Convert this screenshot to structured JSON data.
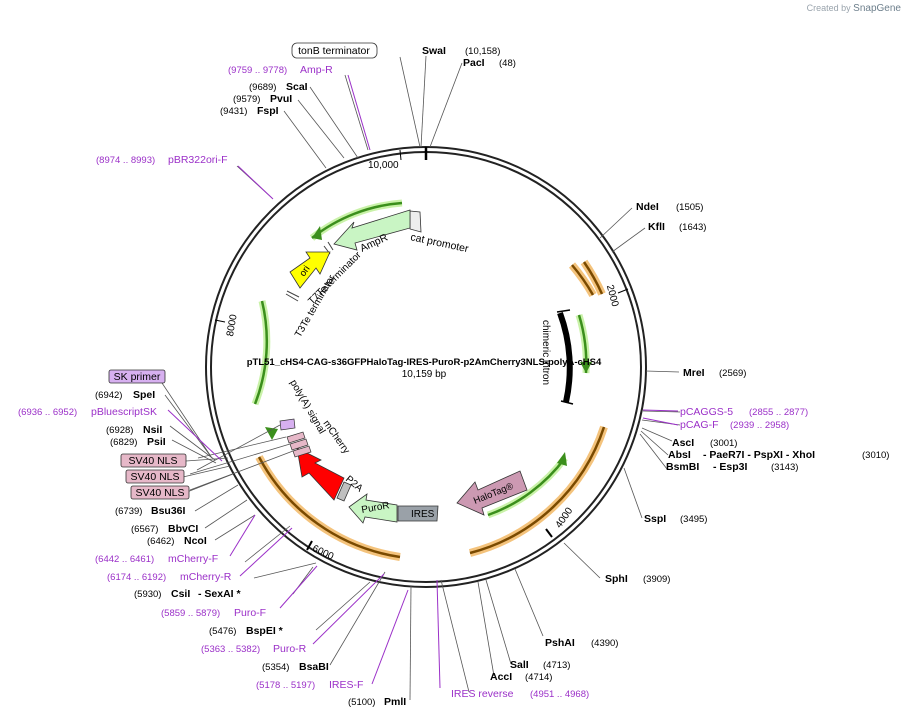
{
  "credit": {
    "prefix": "Created by",
    "brand": "SnapGene"
  },
  "map": {
    "title": "pTL51_cHS4-CAG-s36GFPHaloTag-IRES-PuroR-p2AmCherry3NLS-polyA-cHS4",
    "length_label": "10,159 bp",
    "ticks": [
      "10,000",
      "2000",
      "4000",
      "6000",
      "8000"
    ]
  },
  "features": [
    {
      "label": "cat promoter"
    },
    {
      "label": "AmpR"
    },
    {
      "label": "T7Te terminator"
    },
    {
      "label": "T3Te terminator"
    },
    {
      "label": "ori"
    },
    {
      "label": "chimeric intron"
    },
    {
      "label": "HaloTag®"
    },
    {
      "label": "IRES"
    },
    {
      "label": "PuroR"
    },
    {
      "label": "P2A"
    },
    {
      "label": "mCherry"
    },
    {
      "label": "poly(A) signal"
    }
  ],
  "outer": {
    "boxes": [
      {
        "label": "tonB terminator"
      },
      {
        "label": "SK primer"
      },
      {
        "label": "SV40 NLS"
      },
      {
        "label": "SV40 NLS"
      },
      {
        "label": "SV40 NLS"
      }
    ],
    "enzymes": [
      {
        "name": "SwaI",
        "pos": "(10,158)"
      },
      {
        "name": "PacI",
        "pos": "(48)"
      },
      {
        "name": "NdeI",
        "pos": "(1505)"
      },
      {
        "name": "KflI",
        "pos": "(1643)"
      },
      {
        "name": "MreI",
        "pos": "(2569)"
      },
      {
        "name": "AscI",
        "pos": "(3001)"
      },
      {
        "name": "AbsI",
        "extra": "- PaeR7I   - PspXI   - XhoI",
        "pos": "(3010)"
      },
      {
        "name": "BsmBI",
        "extra": "- Esp3I",
        "pos": "(3143)"
      },
      {
        "name": "SspI",
        "pos": "(3495)"
      },
      {
        "name": "SphI",
        "pos": "(3909)"
      },
      {
        "name": "PshAI",
        "pos": "(4390)"
      },
      {
        "name": "SalI",
        "pos": "(4713)"
      },
      {
        "name": "AccI",
        "pos": "(4714)"
      },
      {
        "name": "PmlI",
        "pos": "(5100)"
      },
      {
        "name": "BsaBI",
        "pos": "(5354)"
      },
      {
        "name": "BspEI *",
        "pos": "(5476)"
      },
      {
        "name": "CsiI",
        "extra": "- SexAI *",
        "pos": "(5930)"
      },
      {
        "name": "NcoI",
        "pos": "(6462)"
      },
      {
        "name": "BbvCI",
        "pos": "(6567)"
      },
      {
        "name": "Bsu36I",
        "pos": "(6739)"
      },
      {
        "name": "PsiI",
        "pos": "(6829)"
      },
      {
        "name": "NsiI",
        "pos": "(6928)"
      },
      {
        "name": "SpeI",
        "pos": "(6942)"
      },
      {
        "name": "FspI",
        "pos": "(9431)"
      },
      {
        "name": "PvuI",
        "pos": "(9579)"
      },
      {
        "name": "ScaI",
        "pos": "(9689)"
      }
    ],
    "primers": [
      {
        "name": "Amp-R",
        "range": "(9759 .. 9778)"
      },
      {
        "name": "pBR322ori-F",
        "range": "(8974 .. 8993)"
      },
      {
        "name": "pCAGGS-5",
        "range": "(2855 .. 2877)"
      },
      {
        "name": "pCAG-F",
        "range": "(2939 .. 2958)"
      },
      {
        "name": "IRES reverse",
        "range": "(4951 .. 4968)"
      },
      {
        "name": "IRES-F",
        "range": "(5178 .. 5197)"
      },
      {
        "name": "Puro-R",
        "range": "(5363 .. 5382)"
      },
      {
        "name": "Puro-F",
        "range": "(5859 .. 5879)"
      },
      {
        "name": "mCherry-R",
        "range": "(6174 .. 6192)"
      },
      {
        "name": "mCherry-F",
        "range": "(6442 .. 6461)"
      },
      {
        "name": "pBluescriptSK",
        "range": "(6936 .. 6952)"
      }
    ]
  },
  "colors": {
    "backbone": "#222222",
    "enzyme": "#000000",
    "primer": "#9b30c8",
    "gfp_arc": "#3b8f1c",
    "gfp_glow": "#c9f2a8",
    "orange_arc": "#7a4a00",
    "orange_glow": "#f4c37c",
    "ampR": "#c9f5c4",
    "ori": "#ffff00",
    "halotag": "#cc99b2",
    "ires": "#9aa1a8",
    "puror": "#c9f5c4",
    "p2a": "#bfbfbf",
    "mcherry": "#ff0000",
    "nls_box": "#e6b8c8",
    "sk_box": "#d7b0f0"
  }
}
